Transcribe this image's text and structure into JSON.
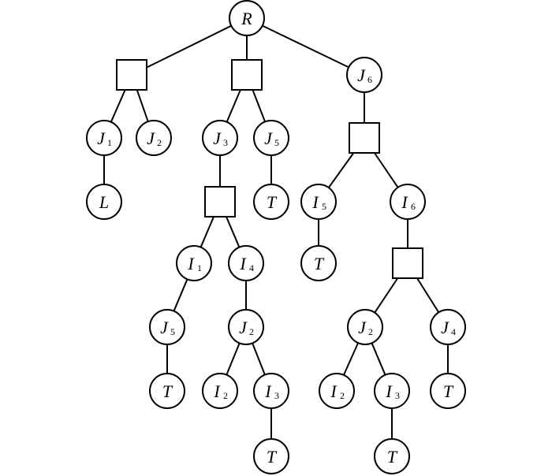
{
  "tree": {
    "nodes": [
      {
        "id": "R",
        "shape": "circle",
        "label": "R",
        "sub": ""
      },
      {
        "id": "sq1",
        "shape": "square",
        "label": "",
        "sub": ""
      },
      {
        "id": "sq2",
        "shape": "square",
        "label": "",
        "sub": ""
      },
      {
        "id": "J6a",
        "shape": "circle",
        "label": "J",
        "sub": "6"
      },
      {
        "id": "J1",
        "shape": "circle",
        "label": "J",
        "sub": "1"
      },
      {
        "id": "J2a",
        "shape": "circle",
        "label": "J",
        "sub": "2"
      },
      {
        "id": "J3",
        "shape": "circle",
        "label": "J",
        "sub": "3"
      },
      {
        "id": "J5a",
        "shape": "circle",
        "label": "J",
        "sub": "5"
      },
      {
        "id": "sq3",
        "shape": "square",
        "label": "",
        "sub": ""
      },
      {
        "id": "L",
        "shape": "circle",
        "label": "L",
        "sub": ""
      },
      {
        "id": "sq4",
        "shape": "square",
        "label": "",
        "sub": ""
      },
      {
        "id": "Ta",
        "shape": "circle",
        "label": "T",
        "sub": ""
      },
      {
        "id": "I5",
        "shape": "circle",
        "label": "I",
        "sub": "5"
      },
      {
        "id": "I6",
        "shape": "circle",
        "label": "I",
        "sub": "6"
      },
      {
        "id": "I1",
        "shape": "circle",
        "label": "I",
        "sub": "1"
      },
      {
        "id": "I4",
        "shape": "circle",
        "label": "I",
        "sub": "4"
      },
      {
        "id": "Tb",
        "shape": "circle",
        "label": "T",
        "sub": ""
      },
      {
        "id": "sq5",
        "shape": "square",
        "label": "",
        "sub": ""
      },
      {
        "id": "J5b",
        "shape": "circle",
        "label": "J",
        "sub": "5"
      },
      {
        "id": "J2b",
        "shape": "circle",
        "label": "J",
        "sub": "2"
      },
      {
        "id": "J2c",
        "shape": "circle",
        "label": "J",
        "sub": "2"
      },
      {
        "id": "J4",
        "shape": "circle",
        "label": "J",
        "sub": "4"
      },
      {
        "id": "Tc",
        "shape": "circle",
        "label": "T",
        "sub": ""
      },
      {
        "id": "I2a",
        "shape": "circle",
        "label": "I",
        "sub": "2"
      },
      {
        "id": "I3a",
        "shape": "circle",
        "label": "I",
        "sub": "3"
      },
      {
        "id": "I2b",
        "shape": "circle",
        "label": "I",
        "sub": "2"
      },
      {
        "id": "I3b",
        "shape": "circle",
        "label": "I",
        "sub": "3"
      },
      {
        "id": "Td",
        "shape": "circle",
        "label": "T",
        "sub": ""
      },
      {
        "id": "Te",
        "shape": "circle",
        "label": "T",
        "sub": ""
      },
      {
        "id": "Tf",
        "shape": "circle",
        "label": "T",
        "sub": ""
      }
    ],
    "edges": [
      [
        "R",
        "sq1"
      ],
      [
        "R",
        "sq2"
      ],
      [
        "R",
        "J6a"
      ],
      [
        "sq1",
        "J1"
      ],
      [
        "sq1",
        "J2a"
      ],
      [
        "sq2",
        "J3"
      ],
      [
        "sq2",
        "J5a"
      ],
      [
        "J6a",
        "sq3"
      ],
      [
        "J1",
        "L"
      ],
      [
        "J3",
        "sq4"
      ],
      [
        "J5a",
        "Ta"
      ],
      [
        "sq3",
        "I5"
      ],
      [
        "sq3",
        "I6"
      ],
      [
        "sq4",
        "I1"
      ],
      [
        "sq4",
        "I4"
      ],
      [
        "I5",
        "Tb"
      ],
      [
        "I6",
        "sq5"
      ],
      [
        "I1",
        "J5b"
      ],
      [
        "I4",
        "J2b"
      ],
      [
        "sq5",
        "J2c"
      ],
      [
        "sq5",
        "J4"
      ],
      [
        "J5b",
        "Tc"
      ],
      [
        "J2b",
        "I2a"
      ],
      [
        "J2b",
        "I3a"
      ],
      [
        "J2c",
        "I2b"
      ],
      [
        "J2c",
        "I3b"
      ],
      [
        "J4",
        "Td"
      ],
      [
        "I3a",
        "Te"
      ],
      [
        "I3b",
        "Tf"
      ]
    ]
  }
}
